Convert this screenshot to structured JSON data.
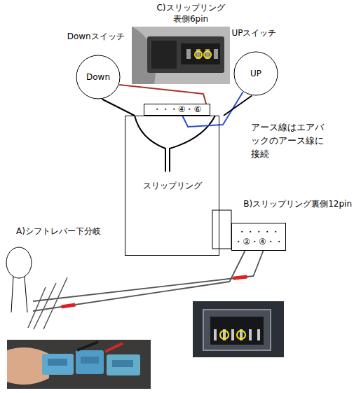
{
  "diagram": {
    "nodes": [
      {
        "text": [
          "Downスイッチ",
          "Down"
        ]
      },
      {
        "text": [
          "UPスイッチ",
          "UP"
        ]
      },
      {
        "text": [
          "スリップリング"
        ]
      },
      {
        "text": [
          "・・・④・⑥"
        ]
      },
      {
        "text": [
          "・・・・・",
          "・②・④・・"
        ]
      },
      {
        "text": [
          "A)シフトレバー下分岐"
        ]
      }
    ],
    "edges": [
      {
        "from": 0,
        "to": 3,
        "arrow": "none"
      },
      {
        "from": 1,
        "to": 3,
        "arrow": "none"
      },
      {
        "from": 0,
        "to": 2,
        "arrow": "none"
      },
      {
        "from": 1,
        "to": 2,
        "arrow": "none"
      },
      {
        "from": 4,
        "to": 5,
        "arrow": "none"
      },
      {
        "from": 4,
        "to": 5,
        "arrow": "none"
      }
    ],
    "labels": [
      "C)スリップリング 表側6pin",
      "アース線はエアバックのアース線に接続",
      "B)スリップリング裏側12pin"
    ]
  }
}
